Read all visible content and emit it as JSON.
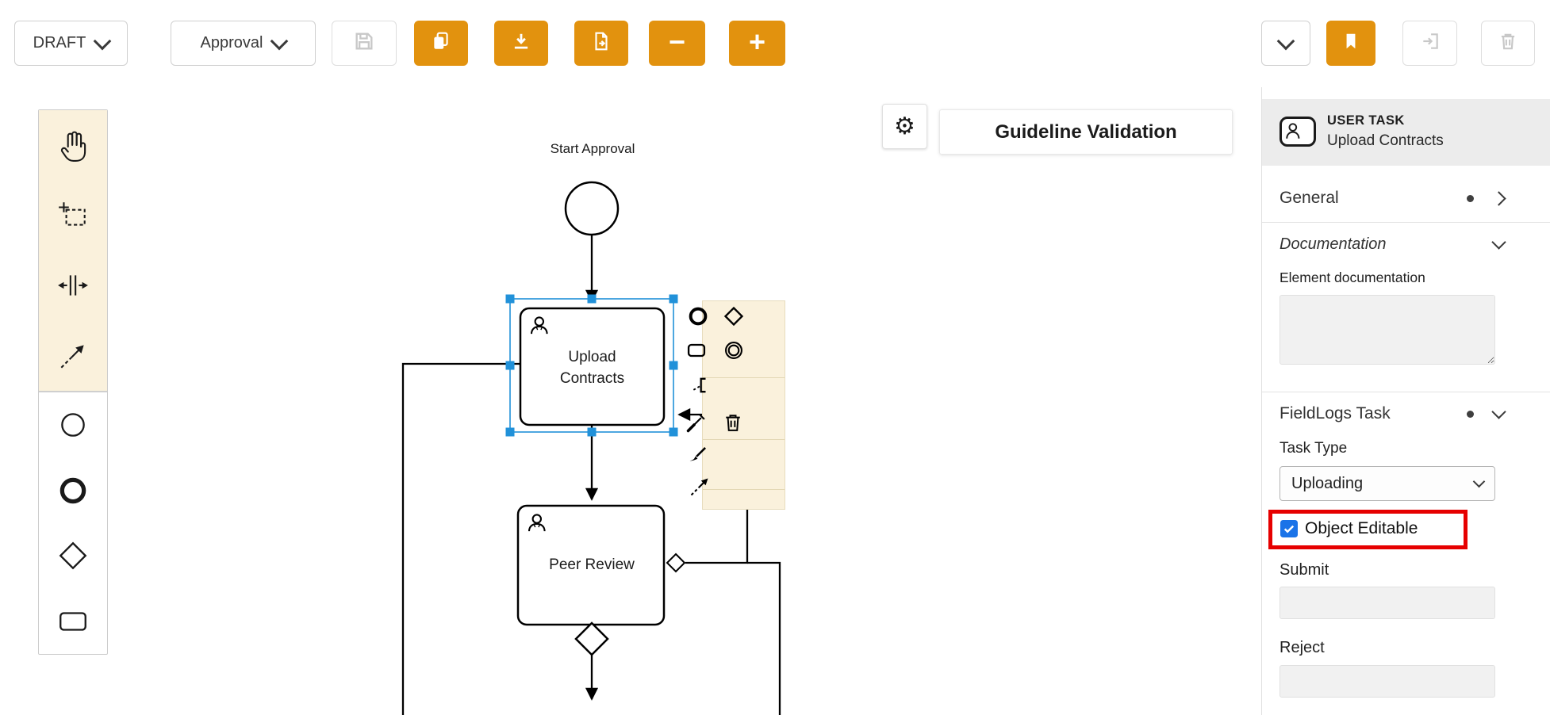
{
  "toolbar": {
    "draft_label": "DRAFT",
    "process_label": "Approval",
    "zoom_out_label": "−",
    "zoom_in_label": "+",
    "gear_glyph": "⚙"
  },
  "validation": {
    "button_label": "Guideline Validation"
  },
  "diagram": {
    "start_event_label": "Start Approval",
    "upload_task_label": "Upload Contracts",
    "peer_task_label": "Peer Review"
  },
  "properties": {
    "header_type": "USER TASK",
    "header_name": "Upload Contracts",
    "general_label": "General",
    "documentation_label": "Documentation",
    "element_documentation_label": "Element documentation",
    "fieldlogs_label": "FieldLogs Task",
    "task_type_label": "Task Type",
    "task_type_value": "Uploading",
    "object_editable_label": "Object Editable",
    "object_editable_checked": true,
    "submit_label": "Submit",
    "reject_label": "Reject",
    "submit_value": "",
    "reject_value": ""
  },
  "colors": {
    "accent_orange": "#E2920E",
    "selection_blue": "#2191D9",
    "annotation_red": "#E60000",
    "palette_background": "#FAF1DC",
    "checkbox_blue": "#1A73E8"
  }
}
